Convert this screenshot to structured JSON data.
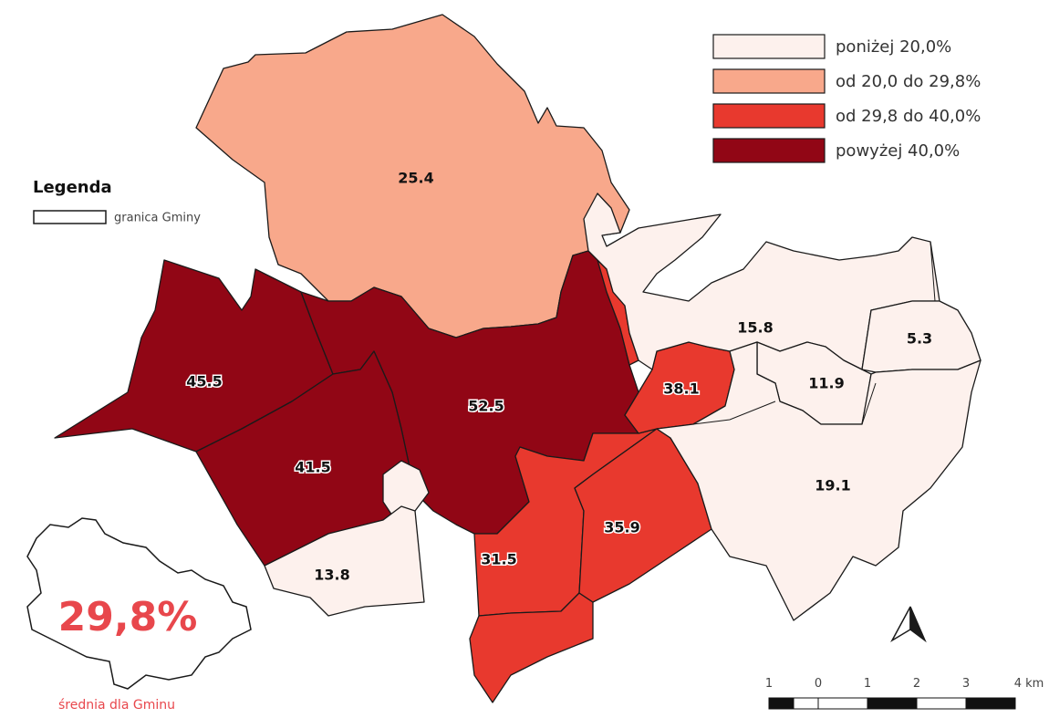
{
  "colors": {
    "class1": "#fdf1ed",
    "class2": "#f8a88b",
    "class3": "#e8392e",
    "class4": "#910615",
    "accent": "#e8474c"
  },
  "legend_classes": [
    {
      "label": "poniżej 20,0%",
      "color": "#fdf1ed"
    },
    {
      "label": "od 20,0 do 29,8%",
      "color": "#f8a88b"
    },
    {
      "label": "od 29,8 do 40,0%",
      "color": "#e8392e"
    },
    {
      "label": "powyżej 40,0%",
      "color": "#910615"
    }
  ],
  "legend": {
    "title": "Legenda",
    "boundary_label": "granica Gminy"
  },
  "regions": [
    {
      "id": "north",
      "value": "25.4",
      "cls": 2
    },
    {
      "id": "west",
      "value": "45.5",
      "cls": 4
    },
    {
      "id": "center",
      "value": "52.5",
      "cls": 4
    },
    {
      "id": "southwest",
      "value": "41.5",
      "cls": 4
    },
    {
      "id": "south-small",
      "value": "13.8",
      "cls": 1
    },
    {
      "id": "south",
      "value": "31.5",
      "cls": 3
    },
    {
      "id": "southeast",
      "value": "35.9",
      "cls": 3
    },
    {
      "id": "east-small",
      "value": "38.1",
      "cls": 3
    },
    {
      "id": "northeast",
      "value": "15.8",
      "cls": 1
    },
    {
      "id": "east-inner",
      "value": "11.9",
      "cls": 1
    },
    {
      "id": "far-east",
      "value": "5.3",
      "cls": 1
    },
    {
      "id": "east",
      "value": "19.1",
      "cls": 1
    }
  ],
  "average": {
    "value": "29,8%",
    "caption": "średnia dla Gminu"
  },
  "scale_bar": {
    "labels": [
      "1",
      "0",
      "1",
      "2",
      "3",
      "4 km"
    ]
  },
  "north_arrow_icon": "north-arrow-icon"
}
